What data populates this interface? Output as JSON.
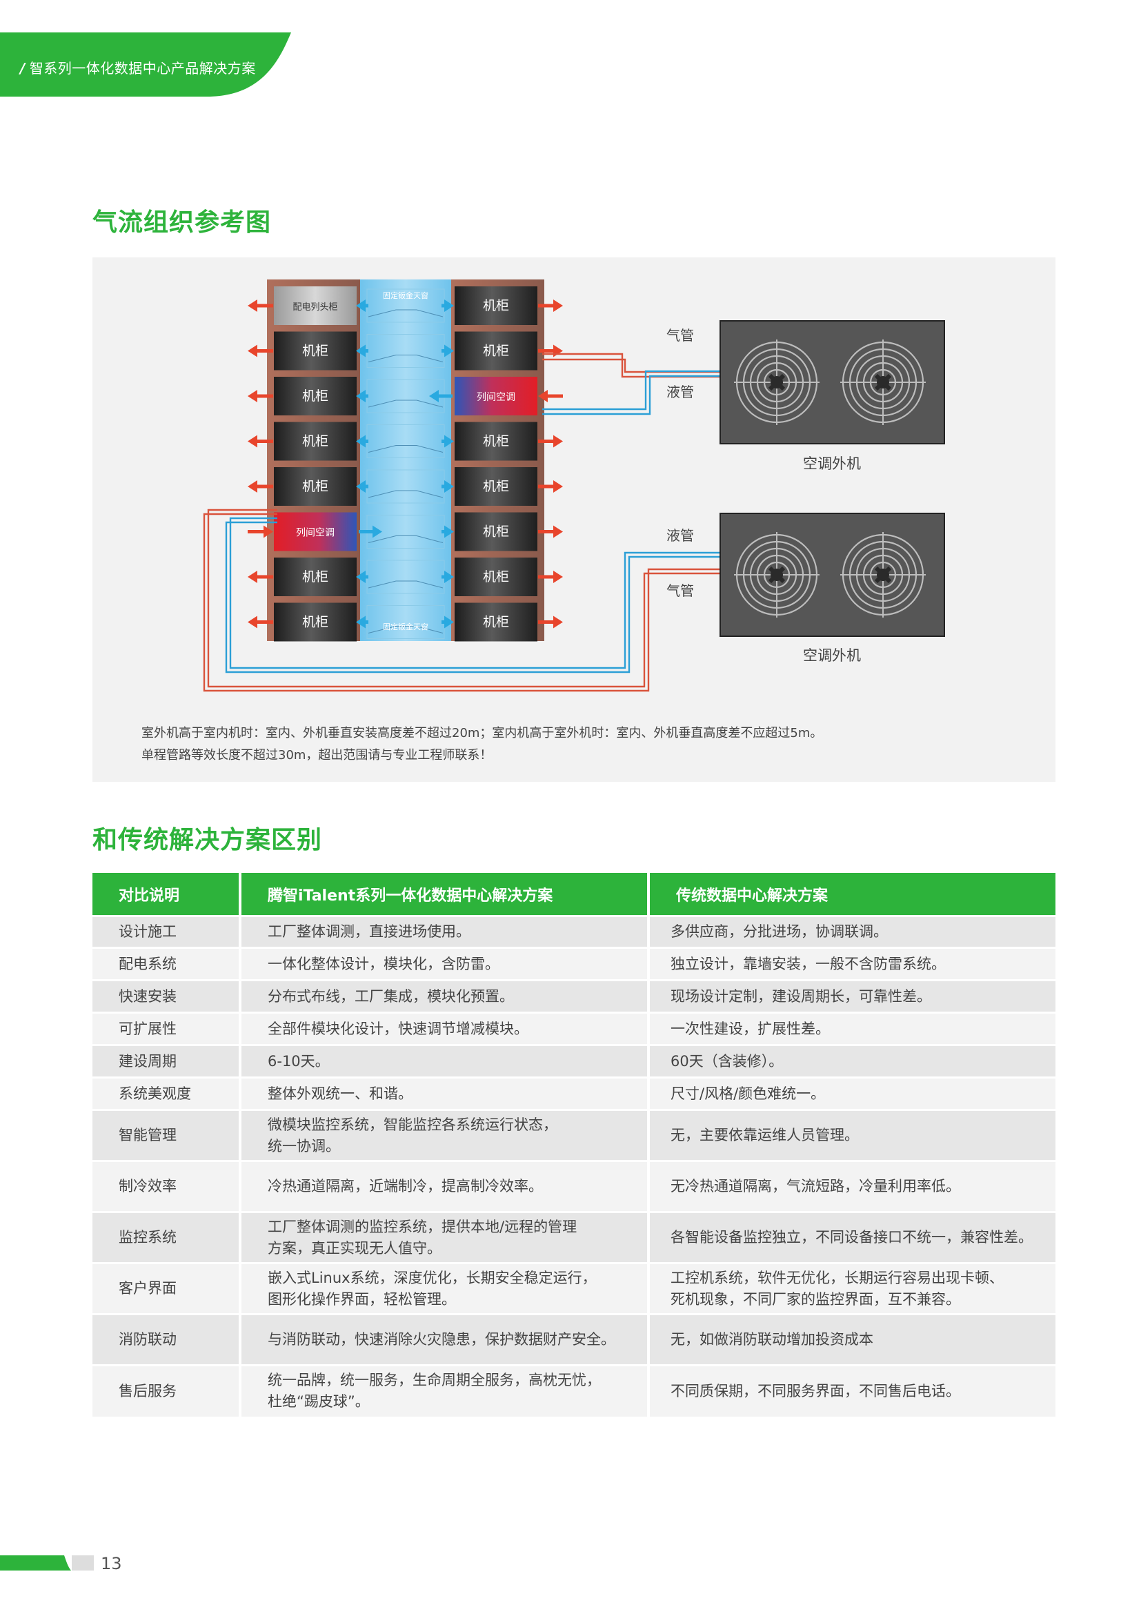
{
  "header": {
    "slash": "/",
    "title": "智系列一体化数据中心产品解决方案"
  },
  "section1": {
    "title": "气流组织参考图"
  },
  "diagram": {
    "left_column": [
      "配电列头柜",
      "机柜",
      "机柜",
      "机柜",
      "机柜",
      "列间空调",
      "机柜",
      "机柜"
    ],
    "right_column": [
      "机柜",
      "机柜",
      "列间空调",
      "机柜",
      "机柜",
      "机柜",
      "机柜",
      "机柜"
    ],
    "top_window": "固定钣金天窗",
    "bottom_window": "固定钣金天窗",
    "unit1": {
      "pipe_top": "气管",
      "pipe_bottom": "液管",
      "label": "空调外机"
    },
    "unit2": {
      "pipe_top": "液管",
      "pipe_bottom": "气管",
      "label": "空调外机"
    },
    "colors": {
      "hot": "#e8452c",
      "cold": "#29a9e0",
      "pipe_red": "#d9533c",
      "pipe_blue": "#2b9fd6"
    }
  },
  "notes": [
    "室外机高于室内机时：室内、外机垂直安装高度差不超过20m；室内机高于室外机时：室内、外机垂直高度差不应超过5m。",
    "单程管路等效长度不超过30m，超出范围请与专业工程师联系！"
  ],
  "section2": {
    "title": "和传统解决方案区别"
  },
  "table": {
    "headers": [
      "对比说明",
      "腾智iTalent系列一体化数据中心解决方案",
      "传统数据中心解决方案"
    ],
    "rows": [
      [
        "设计施工",
        "工厂整体调测，直接进场使用。",
        "多供应商，分批进场，协调联调。"
      ],
      [
        "配电系统",
        "一体化整体设计，模块化，含防雷。",
        "独立设计，靠墙安装，一般不含防雷系统。"
      ],
      [
        "快速安装",
        "分布式布线，工厂集成，模块化预置。",
        "现场设计定制，建设周期长，可靠性差。"
      ],
      [
        "可扩展性",
        "全部件模块化设计，快速调节增减模块。",
        "一次性建设，扩展性差。"
      ],
      [
        "建设周期",
        "6-10天。",
        "60天（含装修）。"
      ],
      [
        "系统美观度",
        "整体外观统一、和谐。",
        "尺寸/风格/颜色难统一。"
      ],
      [
        "智能管理",
        "微模块监控系统，智能监控各系统运行状态，\n统一协调。",
        "无，主要依靠运维人员管理。"
      ],
      [
        "制冷效率",
        "冷热通道隔离，近端制冷，提高制冷效率。",
        "无冷热通道隔离，气流短路，冷量利用率低。"
      ],
      [
        "监控系统",
        "工厂整体调测的监控系统，提供本地/远程的管理\n方案，真正实现无人值守。",
        "各智能设备监控独立，不同设备接口不统一，兼容性差。"
      ],
      [
        "客户界面",
        "嵌入式Linux系统，深度优化，长期安全稳定运行，\n图形化操作界面，轻松管理。",
        "工控机系统，软件无优化，长期运行容易出现卡顿、\n死机现象，不同厂家的监控界面，互不兼容。"
      ],
      [
        "消防联动",
        "与消防联动，快速消除火灾隐患，保护数据财产安全。",
        "无，如做消防联动增加投资成本"
      ],
      [
        "售后服务",
        "统一品牌，统一服务，生命周期全服务，高枕无忧，\n杜绝“踢皮球”。",
        "不同质保期，不同服务界面，不同售后电话。"
      ]
    ]
  },
  "footer": {
    "page": "13"
  }
}
